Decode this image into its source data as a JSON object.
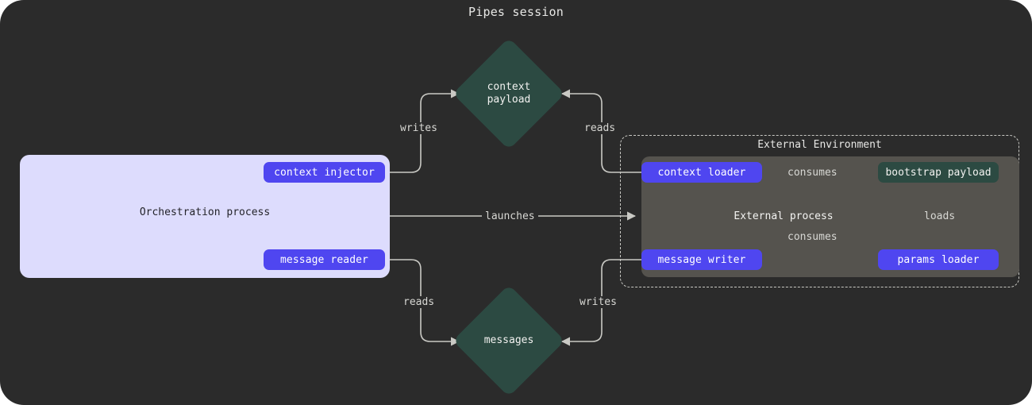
{
  "title": "Pipes session",
  "theme": {
    "canvas_bg": "#2b2b2b",
    "orchestration_bg": "#dddcfd",
    "pill_bg": "#4f46f0",
    "teal": "#2c4a42",
    "external_process_bg": "#55534e",
    "edge_stroke": "#c9c9c4",
    "text_light": "#f2f2f0",
    "text_dark": "#24242a"
  },
  "orchestration": {
    "label": "Orchestration process",
    "ports": {
      "context_injector": "context injector",
      "message_reader": "message reader"
    }
  },
  "external_environment": {
    "label": "External Environment",
    "process": {
      "label": "External process",
      "ports": {
        "context_loader": "context loader",
        "message_writer": "message writer",
        "params_loader": "params loader"
      },
      "assets": {
        "bootstrap_payload": "bootstrap payload"
      }
    }
  },
  "stores": {
    "context_payload_line1": "context",
    "context_payload_line2": "payload",
    "messages": "messages"
  },
  "edges": {
    "writes_context": "writes",
    "reads_context": "reads",
    "launches": "launches",
    "reads_messages": "reads",
    "writes_messages": "writes",
    "consumes_context": "consumes",
    "consumes_message": "consumes",
    "loads": "loads"
  }
}
